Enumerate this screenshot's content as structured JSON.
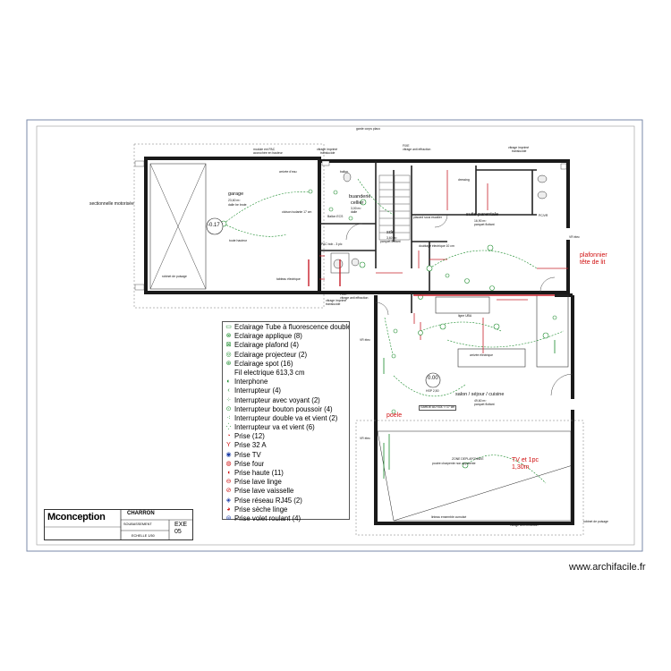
{
  "plan": {
    "rooms": {
      "garage": {
        "name": "garage",
        "area": "23,60 m²",
        "floor": "dalle be brute"
      },
      "buanderie": {
        "name": "buanderie",
        "sub": "cellier",
        "area": "3,00 m²",
        "floor": "dalle"
      },
      "suite": {
        "name": "suite parentale",
        "area": "16,90 m²",
        "floor": "parquet flottant"
      },
      "sde": {
        "name": "sde",
        "area": "3,60 m²",
        "floor": "parquet flottant"
      },
      "salon": {
        "name": "salon / séjour / cuisine",
        "area": "49,60 m²",
        "floor": "parquet flottant"
      },
      "zone": {
        "name": "ZONE DEPLAFONNEE",
        "sub": "poutre charpente non apparente"
      }
    },
    "levels": {
      "garage_level": "-0.17",
      "living_level": "0.00",
      "garage_level_note": "toute hauteur",
      "living_level_note": "HSP 2,50"
    },
    "labels": {
      "sectionnelle": "sectionnelle motorisée",
      "module_pac": "module ext PAC",
      "module_pac_2": "accrochée en hauteur",
      "vitrage_haut": "vitrage imprimé",
      "vitrage_haut_2": "translucide",
      "garde_corps": "garde corps placo",
      "fixe_1": "FIXE",
      "fixe_1b": "vitrage anti effraction",
      "vitrage_r": "vitrage imprimé",
      "vitrage_r2": "translucide",
      "arrivee_eau": "arrivée d'eau",
      "ballon": "ballon",
      "cloison": "cloison isolante 17 cm",
      "ballon_ecs": "Ballon ECS",
      "robinet_1": "robinet de puisage",
      "tableau": "tableau électrique",
      "sous_escalier": "PAC bob - 3 plc",
      "cellier_sub": "dressing",
      "placard": "placard sous escalier",
      "doublage": "doublage électrique 10 cm",
      "vitrage_bas": "vitrage imprimé",
      "vitrage_bas2": "translucide",
      "ligne": "ligne UBA",
      "arrivee_2": "arrivée électrique",
      "vr_elec": "VR élec",
      "vr_elec2": "VR élec",
      "garde_sol": "GARDE AU SOL = 17 cm",
      "poutre": "linteau ensemble cumulsé",
      "vitrage_bas_r": "vitrage anti effraction",
      "robinet_2": "robinet de puisage",
      "pcvr": "PC/VR",
      "vr_r": "VR élec",
      "fixe_2": "FIXE",
      "vitre_bas": "vitrage anti effraction"
    },
    "notes": {
      "plafonnier": "plafonnier",
      "plafonnier_2": "tête de lit",
      "poele": "poele",
      "tv": "TV et 1pc",
      "tv_2": "1,30m"
    }
  },
  "legend": {
    "items": [
      {
        "icon": "fluorescent-tube-icon",
        "label": "Eclairage Tube à fluorescence double"
      },
      {
        "icon": "wall-light-icon",
        "label": "Eclairage applique (8)"
      },
      {
        "icon": "ceiling-light-icon",
        "label": "Eclairage plafond (4)"
      },
      {
        "icon": "projector-light-icon",
        "label": "Eclairage projecteur (2)"
      },
      {
        "icon": "spot-light-icon",
        "label": "Eclairage spot (16)"
      },
      {
        "icon": "wire-icon",
        "label": "Fil electrique 613,3 cm"
      },
      {
        "icon": "intercom-icon",
        "label": "Interphone"
      },
      {
        "icon": "switch-icon",
        "label": "Interrupteur (4)"
      },
      {
        "icon": "switch-indicator-icon",
        "label": "Interrupteur avec voyant (2)"
      },
      {
        "icon": "push-button-icon",
        "label": "Interrupteur bouton poussoir (4)"
      },
      {
        "icon": "double-two-way-switch-icon",
        "label": "Interrupteur double va et vient (2)"
      },
      {
        "icon": "two-way-switch-icon",
        "label": "Interrupteur va et vient (6)"
      },
      {
        "icon": "socket-icon",
        "label": "Prise (12)"
      },
      {
        "icon": "socket-32a-icon",
        "label": "Prise 32 A"
      },
      {
        "icon": "tv-socket-icon",
        "label": "Prise TV"
      },
      {
        "icon": "oven-socket-icon",
        "label": "Prise four"
      },
      {
        "icon": "high-socket-icon",
        "label": "Prise haute (11)"
      },
      {
        "icon": "washing-machine-socket-icon",
        "label": "Prise lave linge"
      },
      {
        "icon": "dishwasher-socket-icon",
        "label": "Prise lave vaisselle"
      },
      {
        "icon": "network-socket-icon",
        "label": "Prise réseau RJ45 (2)"
      },
      {
        "icon": "dryer-socket-icon",
        "label": "Prise sèche linge"
      },
      {
        "icon": "shutter-socket-icon",
        "label": "Prise volet roulant (4)"
      }
    ]
  },
  "cartouche": {
    "brand": "Mconception",
    "client": "CHARRON",
    "level": "SOUBASSEMENT",
    "scale": "ECHELLE 1/50",
    "exe_label": "EXE",
    "exe_number": "05"
  },
  "watermark": "www.archifacile.fr",
  "colors": {
    "wall": "#1a1a1a",
    "electrical": "#198a2a",
    "notes": "#d01010",
    "dimension": "#c8202a"
  }
}
